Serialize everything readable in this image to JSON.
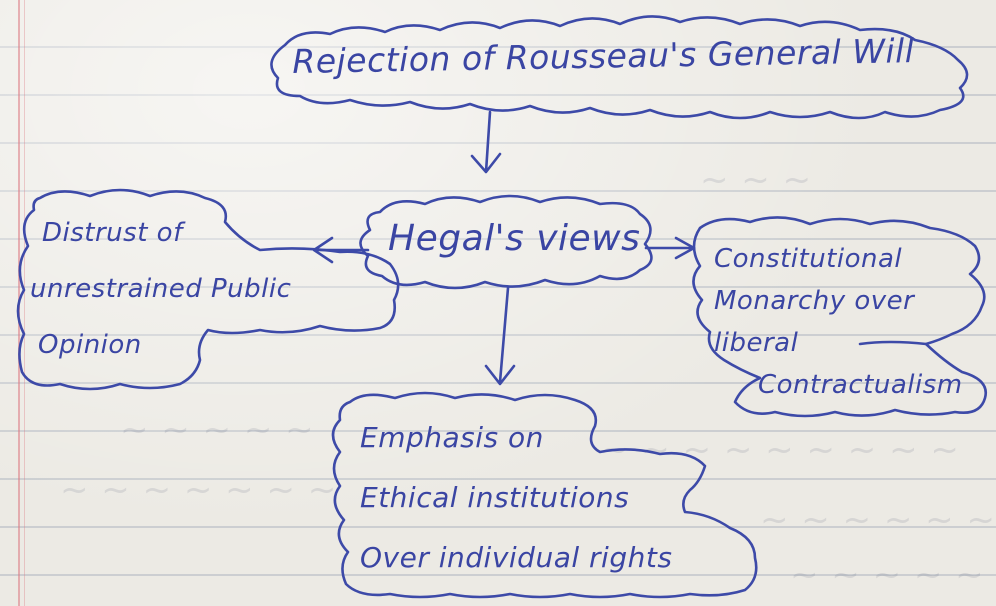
{
  "nodes": {
    "root": {
      "lines": [
        "Rejection of Rousseau's General Will"
      ]
    },
    "hegel": {
      "lines": [
        "Hegal's views"
      ]
    },
    "left": {
      "lines": [
        "Distrust of",
        "unrestrained Public",
        "Opinion"
      ]
    },
    "right": {
      "lines": [
        "Constitutional",
        "Monarchy over",
        "liberal",
        "Contractualism"
      ]
    },
    "bottom": {
      "lines": [
        "Emphasis on",
        "Ethical institutions",
        "Over individual rights"
      ]
    }
  },
  "colors": {
    "ink": "#3d4aa8",
    "paper": "#eceae4",
    "ruling": "#8896b0",
    "margin": "#dc7882"
  }
}
